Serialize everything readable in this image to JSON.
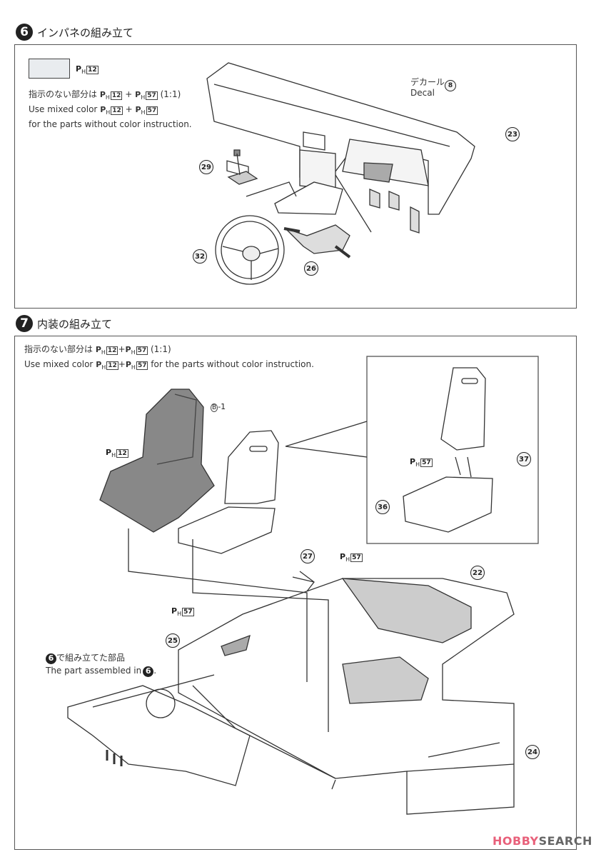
{
  "step6": {
    "number": "6",
    "title": "インパネの組み立て",
    "swatch_color_code": "12",
    "swatch_color": "#e9ecef",
    "note_jp_prefix": "指示のない部分は",
    "color_a": "12",
    "color_b": "57",
    "ratio": "(1:1)",
    "note_en_line1": "Use mixed color",
    "note_en_line2": "for the parts without color instruction.",
    "decal_jp": "デカール",
    "decal_en": "Decal",
    "parts": {
      "decal": "8",
      "dashboard": "23",
      "shifter": "29",
      "steering_wheel": "32",
      "column": "26"
    }
  },
  "step7": {
    "number": "7",
    "title": "内装の組み立て",
    "note_jp_prefix": "指示のない部分は",
    "color_a": "12",
    "color_b": "57",
    "ratio": "(1:1)",
    "note_en_prefix": "Use mixed color",
    "note_en_suffix": "for the parts without color instruction.",
    "bucket_seat_label": "B",
    "bucket_seat_suffix": "-1",
    "bucket_seat_color": "12",
    "seat_color": "57",
    "rear_seat_color": "57",
    "door_color": "57",
    "assembled_jp": "で組み立てた部品",
    "assembled_en": "The part assembled in",
    "assembled_ref": "6",
    "parts": {
      "seat_back": "37",
      "seat_base": "36",
      "console": "27",
      "tub": "22",
      "door_left": "25",
      "door_right": "24"
    }
  },
  "watermark": {
    "brand_a": "HOBBY",
    "brand_b": "SEARCH",
    "color_a": "#e8607a",
    "color_b": "#666666"
  },
  "ph_prefix": "P",
  "ph_sub": "H"
}
